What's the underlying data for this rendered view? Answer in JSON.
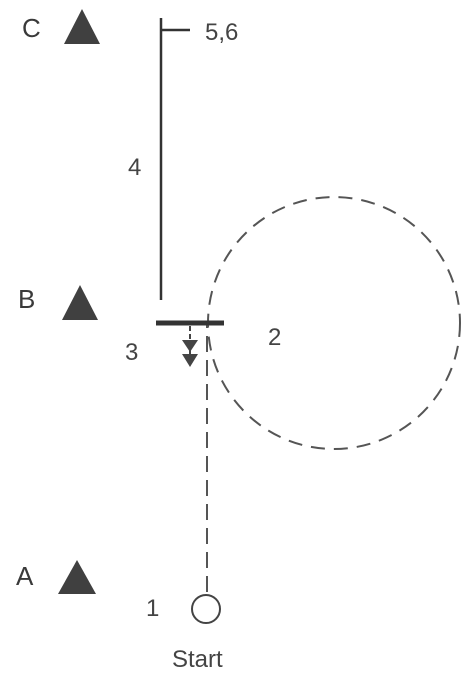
{
  "diagram": {
    "cones": [
      {
        "label": "C",
        "color": "#404040"
      },
      {
        "label": "B",
        "color": "#404040"
      },
      {
        "label": "A",
        "color": "#404040"
      }
    ],
    "steps": {
      "s1": "1",
      "s2": "2",
      "s3": "3",
      "s4": "4",
      "s56": "5,6"
    },
    "start_label": "Start",
    "colors": {
      "line": "#333333",
      "dashed": "#555555",
      "cone": "#404040"
    }
  }
}
